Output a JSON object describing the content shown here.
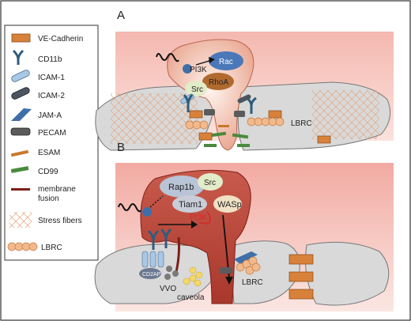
{
  "legend": {
    "items": [
      {
        "label": "VE-Cadherin",
        "icon": "ve-cadherin-icon"
      },
      {
        "label": "CD11b",
        "icon": "cd11b-icon"
      },
      {
        "label": "ICAM-1",
        "icon": "icam1-icon"
      },
      {
        "label": "ICAM-2",
        "icon": "icam2-icon"
      },
      {
        "label": "JAM-A",
        "icon": "jama-icon"
      },
      {
        "label": "PECAM",
        "icon": "pecam-icon"
      },
      {
        "label": "ESAM",
        "icon": "esam-icon"
      },
      {
        "label": "CD99",
        "icon": "cd99-icon"
      },
      {
        "label": "membrane",
        "icon": "membrane-fusion-icon"
      },
      {
        "label": "fusion",
        "icon": ""
      },
      {
        "label": "Stress fibers",
        "icon": "stress-fibers-icon"
      },
      {
        "label": "LBRC",
        "icon": "lbrc-icon"
      }
    ]
  },
  "panel_a": {
    "letter": "A",
    "labels": {
      "pi3k": "PI3K",
      "rac": "Rac",
      "src": "Src",
      "rhoa": "RhoA",
      "lbrc": "LBRC"
    }
  },
  "panel_b": {
    "letter": "B",
    "labels": {
      "rap1b": "Rap1b",
      "src": "Src",
      "tiam1": "Tiam1",
      "pi3k": "PI3K",
      "wasp": "WASp",
      "cd2ap": "CD2AP",
      "vvo": "VVO",
      "caveola": "caveola",
      "lbrc": "LBRC"
    }
  },
  "colors": {
    "ve_cadherin": "#d7813a",
    "cd11b": "#2e5d7c",
    "icam1": "#a8c8e6",
    "icam2": "#4a5560",
    "jama": "#3f6fa8",
    "pecam": "#5b5b5b",
    "esam": "#c8782d",
    "cd99": "#4a8a3c",
    "membrane_fusion": "#7d1f17",
    "stress_fibers": "#e2a27a",
    "lbrc": "#f2b98c",
    "leukocyte": "#c0594a",
    "endothelium": "#d9d9d9"
  }
}
